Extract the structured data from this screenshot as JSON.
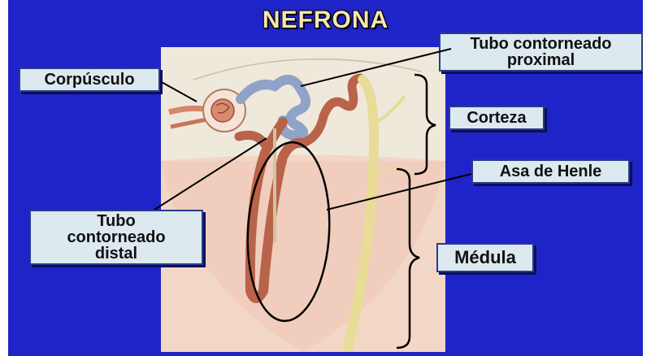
{
  "title": "NEFRONA",
  "labels": {
    "corpusculo": "Corpúsculo",
    "proximal_line1": "Tubo contorneado",
    "proximal_line2": "proximal",
    "corteza": "Corteza",
    "henle": "Asa de Henle",
    "distal_line1": "Tubo",
    "distal_line2": "contorneado",
    "distal_line3": "distal",
    "medula": "Médula"
  },
  "colors": {
    "background": "#1f24c8",
    "label_fill": "#dce9ee",
    "title_text": "#f4e6b0",
    "proximal_tubule": "#8fa3c8",
    "distal_tubule": "#b8634a",
    "collecting_duct": "#e8dc96"
  }
}
